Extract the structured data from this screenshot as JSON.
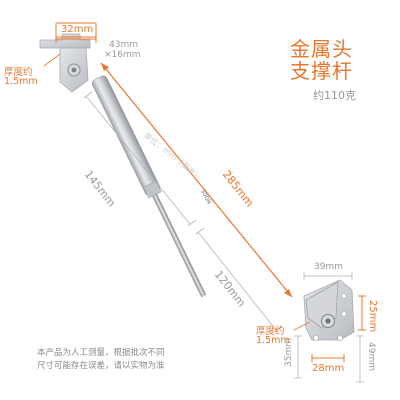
{
  "product": {
    "title_line1": "金属头",
    "title_line2": "支撑杆",
    "weight": "约110克"
  },
  "dimensions": {
    "top_bracket_width": "32mm",
    "top_bracket_height": "43mm",
    "top_bracket_depth": "16mm",
    "top_thickness_label": "厚度约",
    "top_thickness_value": "1.5mm",
    "cylinder_length": "145mm",
    "rod_length": "120mm",
    "total_length": "285mm",
    "rod_stamp": "300N",
    "bottom_bracket_width": "39mm",
    "bottom_bracket_hole_spacing": "28mm",
    "bottom_bracket_side_a": "35mm",
    "bottom_bracket_side_b": "25mm",
    "bottom_bracket_side_c": "49mm",
    "bottom_thickness_label": "厚度约",
    "bottom_thickness_value": "1.5mm"
  },
  "watermark": "单位：mm（毫米）",
  "disclaimer": {
    "line1": "本产品为人工测量，根据批次不同",
    "line2": "尺寸可能存在误差，请以实物为准"
  },
  "colors": {
    "accent": "#e8772e",
    "metal": "#c9ccd1",
    "text_grey": "#9a9a9a"
  }
}
